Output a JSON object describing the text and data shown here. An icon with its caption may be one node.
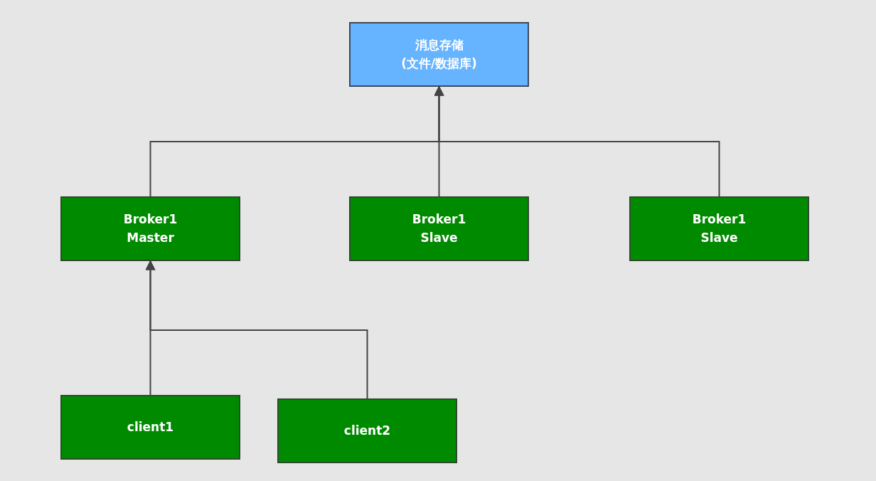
{
  "diagram": {
    "nodes": [
      {
        "text": [
          "消息存储",
          "(文件/数据库)"
        ]
      },
      {
        "text": [
          "Broker1 Master"
        ]
      },
      {
        "text": [
          "Broker1 Slave"
        ]
      },
      {
        "text": [
          "Broker1 Slave"
        ]
      },
      {
        "text": [
          "client1"
        ]
      },
      {
        "text": [
          "client2"
        ]
      }
    ],
    "edges": [
      {
        "from": 1,
        "to": 0,
        "arrow": "to"
      },
      {
        "from": 2,
        "to": 0,
        "arrow": "to"
      },
      {
        "from": 3,
        "to": 0,
        "arrow": "to"
      },
      {
        "from": 4,
        "to": 1,
        "arrow": "to"
      },
      {
        "from": 5,
        "to": 1,
        "arrow": "to"
      }
    ]
  }
}
